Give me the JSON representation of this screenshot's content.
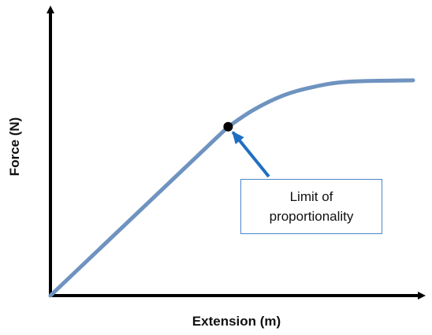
{
  "chart_data": {
    "type": "line",
    "title": "",
    "xlabel": "Extension (m)",
    "ylabel": "Force (N)",
    "x_ticks_shown": false,
    "y_ticks_shown": false,
    "grid": false,
    "legend": "none",
    "xlim": [
      0,
      1
    ],
    "ylim": [
      0,
      1
    ],
    "series": [
      {
        "points": [
          {
            "x": 0.0,
            "y": 0.0
          },
          {
            "x": 0.49,
            "y": 0.6
          },
          {
            "x": 0.56,
            "y": 0.66
          },
          {
            "x": 0.64,
            "y": 0.71
          },
          {
            "x": 0.72,
            "y": 0.74
          },
          {
            "x": 0.82,
            "y": 0.76
          },
          {
            "x": 1.0,
            "y": 0.765
          }
        ],
        "color": "#6f93c0"
      }
    ],
    "marker": {
      "x": 0.49,
      "y": 0.6,
      "color": "#000000"
    },
    "annotation": {
      "text": "Limit of\nproportionality",
      "arrow_color": "#1f6fc0",
      "border_color": "#4a86c8"
    }
  }
}
